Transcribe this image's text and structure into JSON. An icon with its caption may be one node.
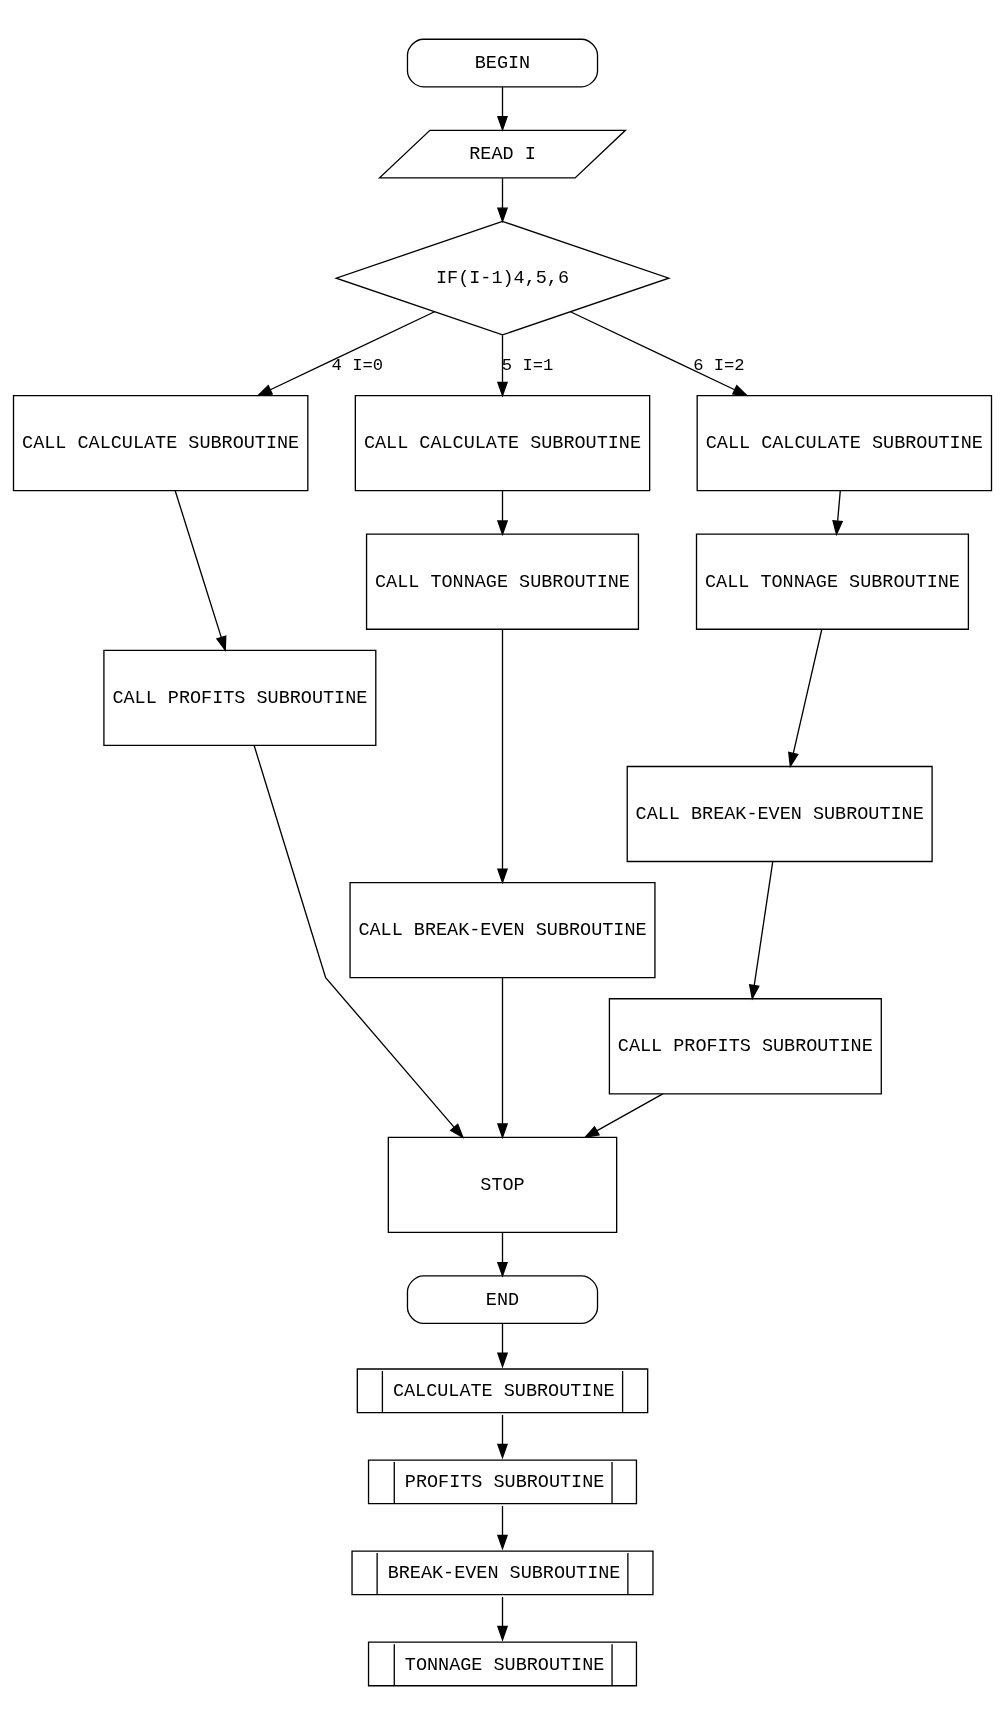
{
  "diagram": {
    "nodes": [
      {
        "text": [
          "BEGIN"
        ]
      },
      {
        "text": [
          "READ I"
        ]
      },
      {
        "text": [
          "IF(I-1)4,5,6"
        ]
      },
      {
        "text": [
          "CALL CALCULATE SUBROUTINE"
        ]
      },
      {
        "text": [
          "CALL PROFITS SUBROUTINE"
        ]
      },
      {
        "text": [
          "CALL CALCULATE SUBROUTINE"
        ]
      },
      {
        "text": [
          "CALL TONNAGE SUBROUTINE"
        ]
      },
      {
        "text": [
          "CALL BREAK-EVEN SUBROUTINE"
        ]
      },
      {
        "text": [
          "CALL CALCULATE SUBROUTINE"
        ]
      },
      {
        "text": [
          "CALL TONNAGE SUBROUTINE"
        ]
      },
      {
        "text": [
          "CALL BREAK-EVEN SUBROUTINE"
        ]
      },
      {
        "text": [
          "CALL PROFITS SUBROUTINE"
        ]
      },
      {
        "text": [
          "STOP"
        ]
      },
      {
        "text": [
          "END"
        ]
      },
      {
        "text": [
          "CALCULATE SUBROUTINE"
        ]
      },
      {
        "text": [
          "PROFITS SUBROUTINE"
        ]
      },
      {
        "text": [
          "BREAK-EVEN SUBROUTINE"
        ]
      },
      {
        "text": [
          "TONNAGE SUBROUTINE"
        ]
      }
    ],
    "edges": [
      {
        "from": 0,
        "to": 1,
        "arrow": "to"
      },
      {
        "from": 1,
        "to": 2,
        "arrow": "to"
      },
      {
        "from": 2,
        "to": 3,
        "arrow": "to",
        "label": "4 I=0"
      },
      {
        "from": 2,
        "to": 5,
        "arrow": "to",
        "label": "5 I=1"
      },
      {
        "from": 2,
        "to": 8,
        "arrow": "to",
        "label": "6 I=2"
      },
      {
        "from": 3,
        "to": 4,
        "arrow": "to"
      },
      {
        "from": 5,
        "to": 6,
        "arrow": "to"
      },
      {
        "from": 6,
        "to": 7,
        "arrow": "to"
      },
      {
        "from": 8,
        "to": 9,
        "arrow": "to"
      },
      {
        "from": 9,
        "to": 10,
        "arrow": "to"
      },
      {
        "from": 10,
        "to": 11,
        "arrow": "to"
      },
      {
        "from": 4,
        "to": 12,
        "arrow": "to"
      },
      {
        "from": 7,
        "to": 12,
        "arrow": "to"
      },
      {
        "from": 11,
        "to": 12,
        "arrow": "to"
      },
      {
        "from": 12,
        "to": 13,
        "arrow": "to"
      },
      {
        "from": 13,
        "to": 14,
        "arrow": "to"
      },
      {
        "from": 14,
        "to": 15,
        "arrow": "to"
      },
      {
        "from": 15,
        "to": 16,
        "arrow": "to"
      },
      {
        "from": 16,
        "to": 17,
        "arrow": "to"
      }
    ]
  }
}
